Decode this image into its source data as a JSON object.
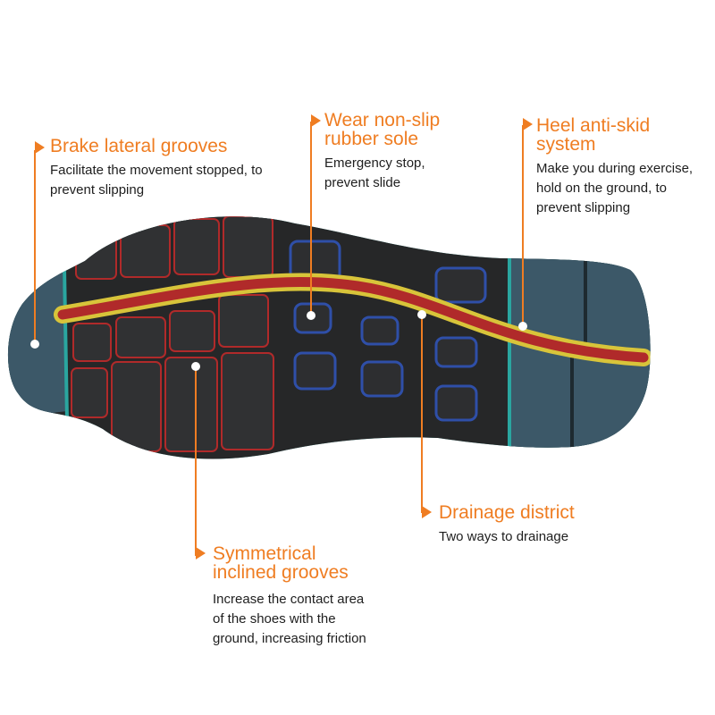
{
  "colors": {
    "accent": "#ef7d22",
    "sole_dark": "#262728",
    "sole_blue": "#3c5868",
    "sole_rim": "#2aa6a0",
    "groove_red": "#b02a2a",
    "channel_yellow": "#d8c43a",
    "lug_blue": "#2f4fa8"
  },
  "callouts": [
    {
      "id": "brake-lateral-grooves",
      "title": [
        "Brake lateral grooves"
      ],
      "description": [
        "Facilitate the movement stopped, to",
        "prevent slipping"
      ]
    },
    {
      "id": "wear-non-slip-rubber-sole",
      "title": [
        "Wear non-slip",
        "rubber sole"
      ],
      "description": [
        "Emergency stop,",
        "prevent slide"
      ]
    },
    {
      "id": "heel-anti-skid-system",
      "title": [
        "Heel anti-skid",
        "system"
      ],
      "description": [
        "Make you during exercise,",
        "hold on the ground, to",
        "prevent slipping"
      ]
    },
    {
      "id": "drainage-district",
      "title": [
        "Drainage district"
      ],
      "description": [
        "Two ways to drainage"
      ]
    },
    {
      "id": "symmetrical-inclined-grooves",
      "title": [
        "Symmetrical",
        "inclined grooves"
      ],
      "description": [
        "Increase the contact area",
        "of the shoes with the",
        "ground, increasing friction"
      ]
    }
  ]
}
